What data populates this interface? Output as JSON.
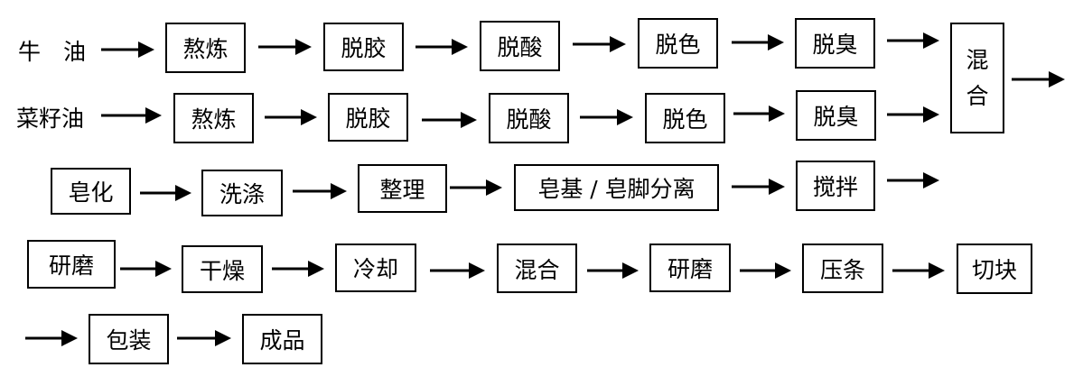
{
  "inputs": {
    "beef_tallow": "牛　油",
    "rapeseed_oil": "菜籽油"
  },
  "row1": [
    "熬炼",
    "脱胶",
    "脱酸",
    "脱色",
    "脱臭"
  ],
  "row2": [
    "熬炼",
    "脱胶",
    "脱酸",
    "脱色",
    "脱臭"
  ],
  "mix_top": {
    "line1": "混",
    "line2": "合"
  },
  "row3": [
    "皂化",
    "洗涤",
    "整理",
    "皂基 / 皂脚分离",
    "搅拌"
  ],
  "row4": [
    "研磨",
    "干燥",
    "冷却",
    "混合",
    "研磨",
    "压条",
    "切块"
  ],
  "row5": [
    "包装",
    "成品"
  ]
}
